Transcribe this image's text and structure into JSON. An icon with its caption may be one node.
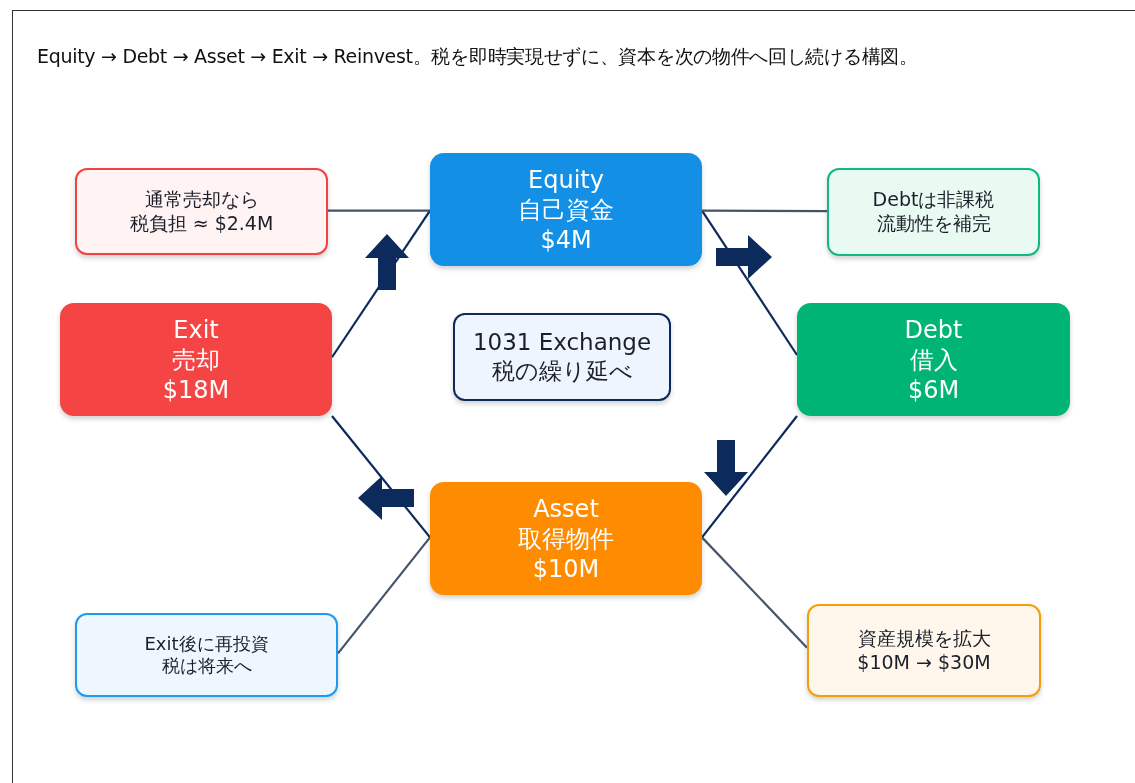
{
  "diagram": {
    "title": "Equity → Debt → Asset → Exit → Reinvest。税を即時実現せずに、資本を次の物件へ回し続ける構図。",
    "nodes": [
      {
        "text": [
          "通常売却なら",
          "税負担 ≈ $2.4M"
        ]
      },
      {
        "text": [
          "Equity",
          "自己資金",
          "$4M"
        ]
      },
      {
        "text": [
          "Debtは非課税",
          "流動性を補完"
        ]
      },
      {
        "text": [
          "Exit",
          "売却",
          "$18M"
        ]
      },
      {
        "text": [
          "1031 Exchange",
          "税の繰り延べ"
        ]
      },
      {
        "text": [
          "Debt",
          "借入",
          "$6M"
        ]
      },
      {
        "text": [
          "Asset",
          "取得物件",
          "$10M"
        ]
      },
      {
        "text": [
          "Exit後に再投資",
          "税は将来へ"
        ]
      },
      {
        "text": [
          "資産規模を拡大",
          "$10M → $30M"
        ]
      }
    ],
    "edges": [
      {
        "from": 3,
        "to": 1,
        "arrow": "none",
        "color": "#0d2a5c"
      },
      {
        "from": 1,
        "to": 5,
        "arrow": "none",
        "color": "#0d2a5c"
      },
      {
        "from": 5,
        "to": 6,
        "arrow": "none",
        "color": "#0d2a5c"
      },
      {
        "from": 6,
        "to": 3,
        "arrow": "none",
        "color": "#0d2a5c"
      },
      {
        "from": 0,
        "to": 1,
        "arrow": "none"
      },
      {
        "from": 1,
        "to": 2,
        "arrow": "none"
      },
      {
        "from": 6,
        "to": 7,
        "arrow": "none"
      },
      {
        "from": 6,
        "to": 8,
        "arrow": "none"
      }
    ]
  }
}
